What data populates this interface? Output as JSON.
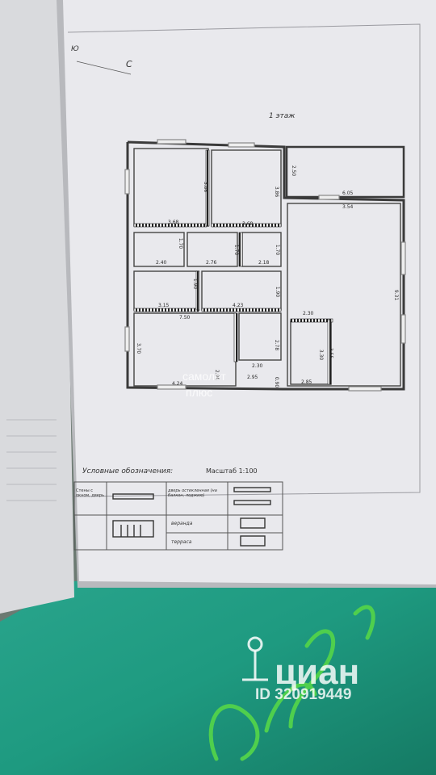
{
  "plan": {
    "floor_title": "1 этаж",
    "compass_left": "Ю",
    "compass_right": "С",
    "scale": "Масштаб 1:100",
    "dimensions": [
      "3.86",
      "3.86",
      "2.50",
      "6.05",
      "3.54",
      "3.68",
      "3.68",
      "1.70",
      "1.70",
      "1.70",
      "2.40",
      "2.76",
      "2.18",
      "1.90",
      "1.90",
      "9.31",
      "3.15",
      "7.50",
      "4.23",
      "2.30",
      "3.70",
      "2.78",
      "3.30",
      "3.55",
      "2.30",
      "2.95",
      "0.90",
      "2.85",
      "4.24",
      "2.90"
    ]
  },
  "legend": {
    "title": "Условные обозначения:",
    "item_left_1": "Стены с окном, дверь",
    "item_right_1": "дверь остекленная (на балкон, лоджию)",
    "item_right_2": "веранда",
    "item_right_3": "терраса"
  },
  "watermarks": {
    "samolet": "самолет",
    "plus": "плюс",
    "cian": "циан",
    "cian_id": "ID 320919449"
  },
  "colors": {
    "paper": "#e8e8ec",
    "wall_dark": "#2a2a2a",
    "glass": "#1fa68a"
  }
}
